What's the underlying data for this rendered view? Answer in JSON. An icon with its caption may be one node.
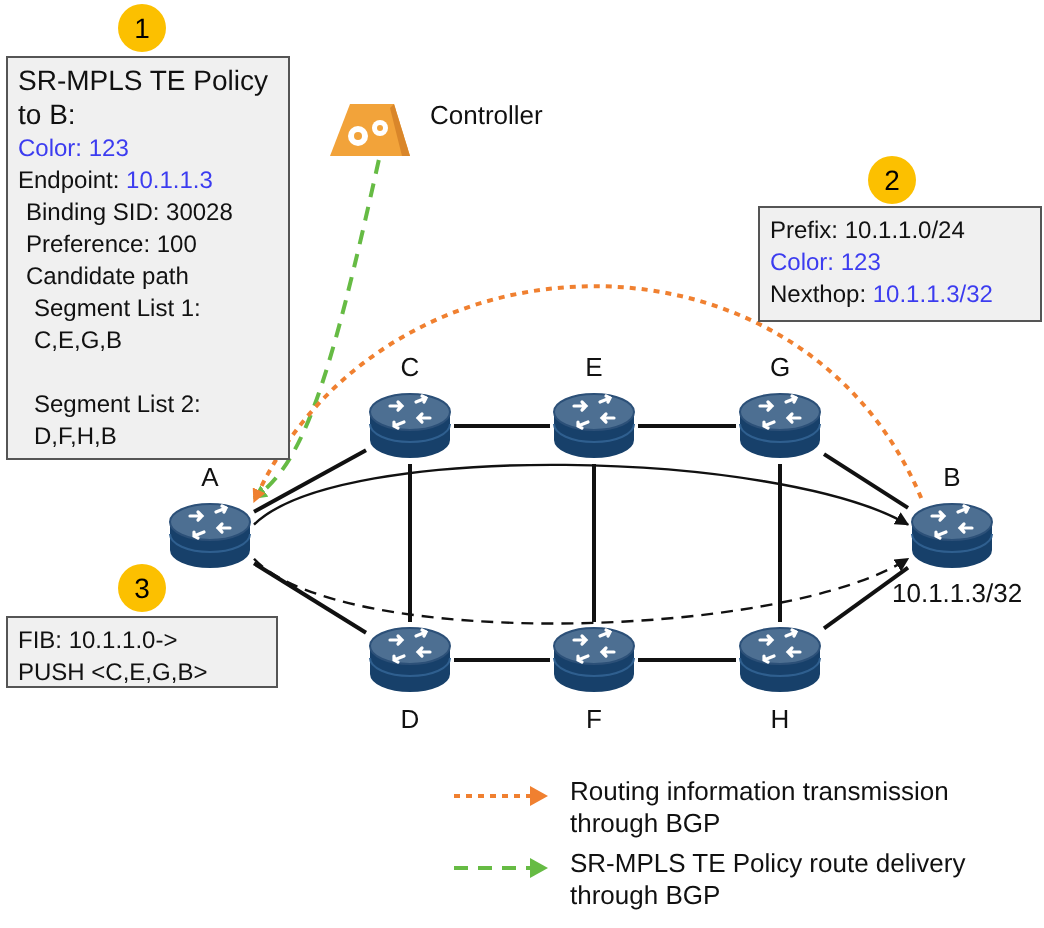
{
  "diagram": {
    "nodes": [
      {
        "text": [
          "SR-MPLS TE Policy to B:",
          "Color: 123",
          "Endpoint: 10.1.1.3",
          "Binding SID: 30028",
          "Preference: 100",
          "Candidate path",
          "Segment List 1: C,E,G,B",
          "Segment List 2: D,F,H,B"
        ],
        "beside": [
          "1"
        ]
      },
      {
        "text": [],
        "shape": "picture",
        "beside": [
          "Controller"
        ]
      },
      {
        "text": [
          "Prefix: 10.1.1.0/24",
          "Color: 123",
          "Nexthop: 10.1.1.3/32"
        ],
        "beside": [
          "2"
        ]
      },
      {
        "text": [
          "FIB: 10.1.1.0->",
          "PUSH <C,E,G,B>"
        ],
        "beside": [
          "3"
        ]
      },
      {
        "text": [
          "A"
        ]
      },
      {
        "text": [
          "C"
        ]
      },
      {
        "text": [
          "E"
        ]
      },
      {
        "text": [
          "G"
        ]
      },
      {
        "text": [
          "B"
        ],
        "beside": [
          "10.1.1.3/32"
        ]
      },
      {
        "text": [
          "D"
        ]
      },
      {
        "text": [
          "F"
        ]
      },
      {
        "text": [
          "H"
        ]
      }
    ],
    "edges": [
      {
        "from": 1,
        "to": 4,
        "arrow": "to",
        "style": "dashed",
        "color": "#66bb44"
      },
      {
        "from": 8,
        "to": 4,
        "arrow": "to",
        "style": "dashed",
        "color": "#f08030"
      },
      {
        "from": 4,
        "to": 5,
        "arrow": "none"
      },
      {
        "from": 5,
        "to": 6,
        "arrow": "none"
      },
      {
        "from": 6,
        "to": 7,
        "arrow": "none"
      },
      {
        "from": 7,
        "to": 8,
        "arrow": "none"
      },
      {
        "from": 4,
        "to": 9,
        "arrow": "none"
      },
      {
        "from": 9,
        "to": 10,
        "arrow": "none"
      },
      {
        "from": 10,
        "to": 11,
        "arrow": "none"
      },
      {
        "from": 11,
        "to": 8,
        "arrow": "none"
      },
      {
        "from": 5,
        "to": 9,
        "arrow": "none"
      },
      {
        "from": 6,
        "to": 10,
        "arrow": "none"
      },
      {
        "from": 7,
        "to": 11,
        "arrow": "none"
      },
      {
        "from": 4,
        "to": 8,
        "arrow": "to"
      },
      {
        "from": 4,
        "to": 8,
        "arrow": "to",
        "style": "dashed"
      }
    ],
    "legend": [
      {
        "text": "Routing information transmission through BGP"
      },
      {
        "text": "SR-MPLS TE Policy route delivery through BGP"
      }
    ]
  }
}
